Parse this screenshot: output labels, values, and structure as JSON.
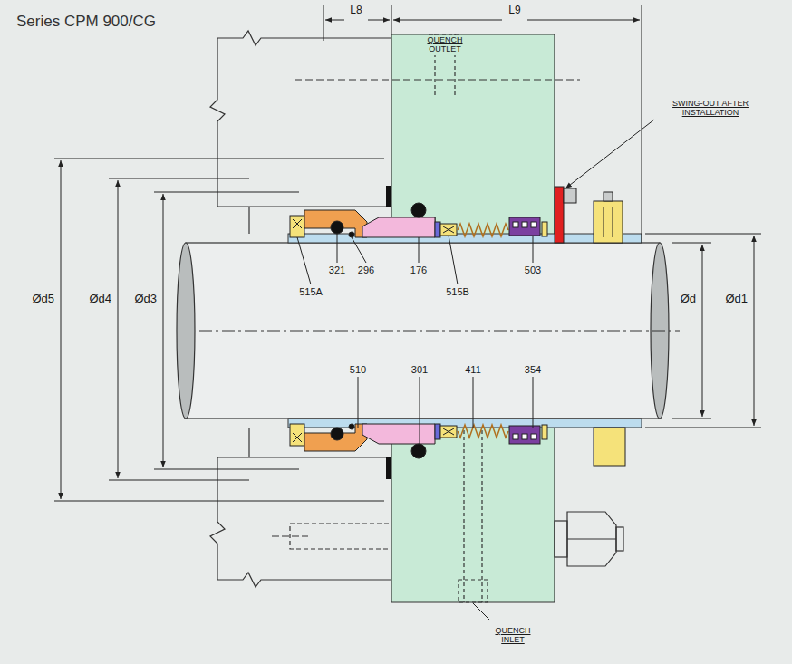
{
  "diagram": {
    "title": "Series CPM 900/CG",
    "labels": [
      "L8",
      "L9",
      "QUENCH OUTLET",
      "SWING-OUT AFTER INSTALLATION",
      "Ød5",
      "Ød4",
      "Ød3",
      "321",
      "296",
      "176",
      "515A",
      "515B",
      "503",
      "Ød",
      "Ød1",
      "510",
      "301",
      "411",
      "354",
      "QUENCH INLET"
    ]
  }
}
